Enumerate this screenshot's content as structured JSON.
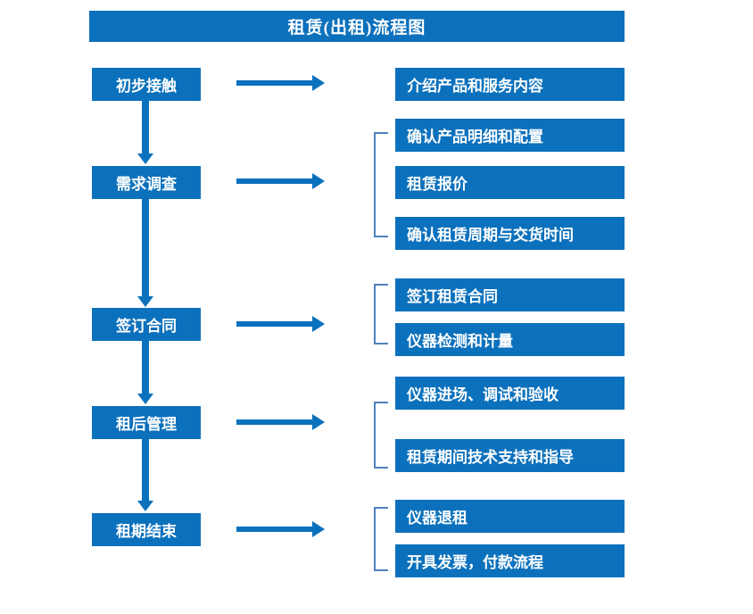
{
  "diagram": {
    "title": "租赁(出租)流程图",
    "accent_color": "#0c71bc",
    "bracket_color": "#4f81bd",
    "background_color": "#ffffff",
    "stages": [
      {
        "id": "stage-1",
        "label": "初步接触",
        "details": [
          "介绍产品和服务内容"
        ],
        "has_bracket": false
      },
      {
        "id": "stage-2",
        "label": "需求调查",
        "details": [
          "确认产品明细和配置",
          "租赁报价",
          "确认租赁周期与交货时间"
        ],
        "has_bracket": true
      },
      {
        "id": "stage-3",
        "label": "签订合同",
        "details": [
          "签订租赁合同",
          "仪器检测和计量"
        ],
        "has_bracket": true
      },
      {
        "id": "stage-4",
        "label": "租后管理",
        "details": [
          "仪器进场、调试和验收",
          "租赁期间技术支持和指导"
        ],
        "has_bracket": true
      },
      {
        "id": "stage-5",
        "label": "租期结束",
        "details": [
          "仪器退租",
          "开具发票，付款流程"
        ],
        "has_bracket": true
      }
    ],
    "icons": {
      "flow_arrow": "arrow-right-icon",
      "step_arrow": "arrow-down-icon",
      "group_bracket": "bracket-icon"
    }
  }
}
